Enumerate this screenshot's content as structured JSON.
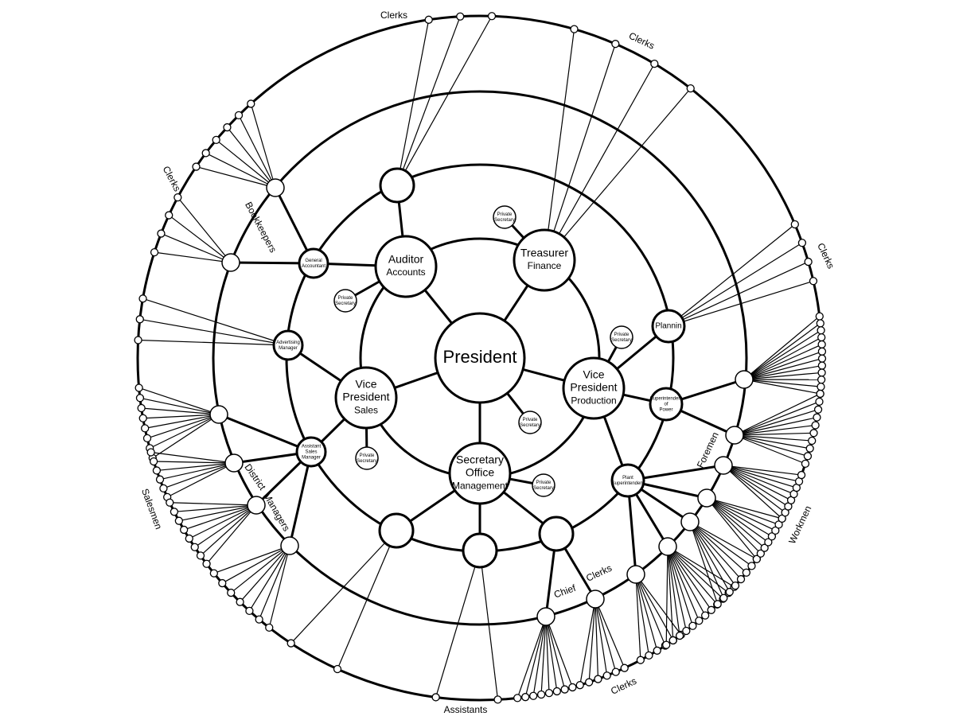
{
  "colors": {
    "stroke": "#000000",
    "fill": "#ffffff"
  },
  "nodes": {
    "president": [
      "President"
    ],
    "auditor": [
      "Auditor",
      "Accounts"
    ],
    "treasurer": [
      "Treasurer",
      "Finance"
    ],
    "vp_sales": [
      "Vice",
      "President",
      "Sales"
    ],
    "vp_production": [
      "Vice",
      "President",
      "Production"
    ],
    "secretary": [
      "Secretary",
      "Office",
      "Management"
    ],
    "private_secretary": [
      "Private",
      "Secretary"
    ],
    "general_accountant": [
      "General",
      "Accountant"
    ],
    "advertising_manager": [
      "Advertising",
      "Manager"
    ],
    "assistant_sales_manager": [
      "Assistant",
      "Sales",
      "Manager"
    ],
    "planning": [
      "Plannin"
    ],
    "superintendent_power": [
      "Superintendent",
      "of",
      "Power"
    ],
    "plant_superintendent": [
      "Plant",
      "Superintendent"
    ]
  },
  "labels": {
    "clerks": "Clerks",
    "bookkeepers": "Bookkeepers",
    "salesmen": "Salesmen",
    "district": "District",
    "managers": "Managers",
    "foremen": "Foremen",
    "workmen": "Workmen",
    "chief": "Chief",
    "assistants": "Assistants"
  }
}
